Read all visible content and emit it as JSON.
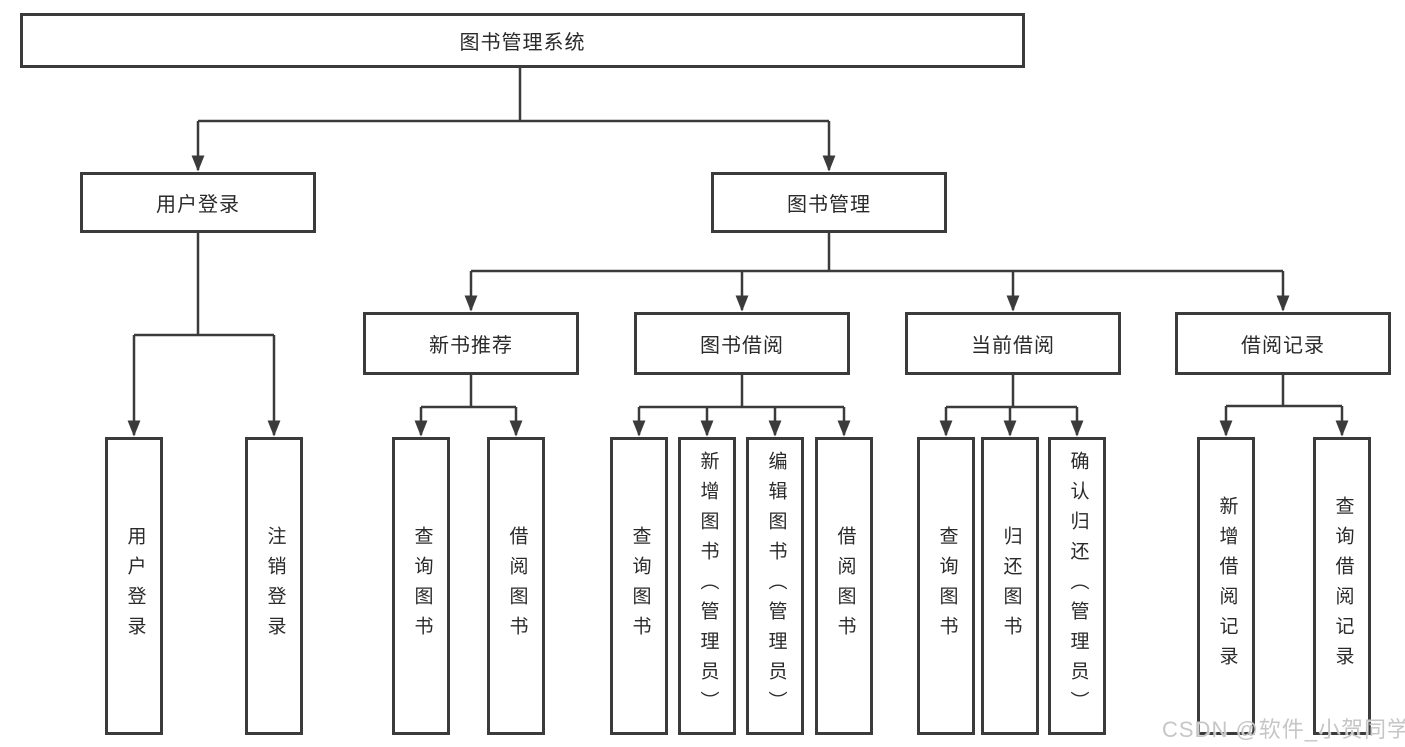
{
  "colors": {
    "line": "#3b3b3b",
    "box_border": "#3b3b3b",
    "box_bg": "#ffffff",
    "text": "#2a2a2a",
    "watermark": "#c6c6c6"
  },
  "tree": {
    "root": "图书管理系统",
    "branches": [
      {
        "label": "用户登录",
        "children": [
          "用户登录",
          "注销登录"
        ]
      },
      {
        "label": "图书管理",
        "sections": [
          {
            "label": "新书推荐",
            "children": [
              "查询图书",
              "借阅图书"
            ]
          },
          {
            "label": "图书借阅",
            "children": [
              "查询图书",
              "新增图书（管理员）",
              "编辑图书（管理员）",
              "借阅图书"
            ]
          },
          {
            "label": "当前借阅",
            "children": [
              "查询图书",
              "归还图书",
              "确认归还（管理员）"
            ]
          },
          {
            "label": "借阅记录",
            "children": [
              "新增借阅记录",
              "查询借阅记录"
            ]
          }
        ]
      }
    ]
  },
  "watermark": {
    "text": "CSDN @软件_小贺同学"
  }
}
